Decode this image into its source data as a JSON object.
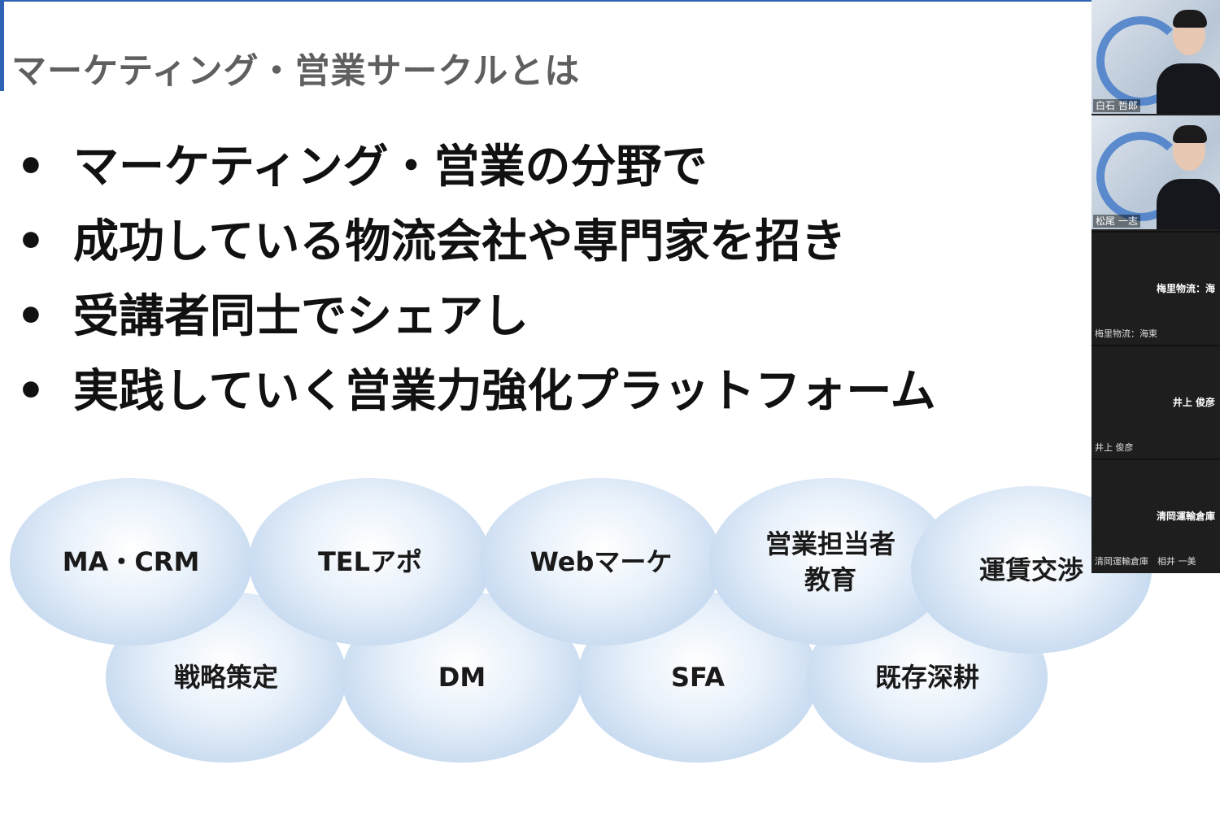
{
  "slide": {
    "title": "マーケティング・営業サークルとは",
    "bullet_marker": "•",
    "bullets": [
      "マーケティング・営業の分野で",
      "成功している物流会社や専門家を招き",
      "受講者同士でシェアし",
      "実践していく営業力強化プラットフォーム"
    ],
    "bubbles": [
      "MA・CRM",
      "TELアポ",
      "Webマーケ",
      "営業担当者\n教育",
      "運賃交渉",
      "戦略策定",
      "DM",
      "SFA",
      "既存深耕"
    ]
  },
  "participants": [
    {
      "type": "video",
      "name": "白石 哲郎"
    },
    {
      "type": "video",
      "name": "松尾 一志"
    },
    {
      "type": "text",
      "display_name": "梅里物流：海",
      "label": "梅里物流：海東"
    },
    {
      "type": "text",
      "display_name": "井上 俊彦",
      "label": "井上 俊彦"
    },
    {
      "type": "text",
      "display_name": "清岡運輸倉庫",
      "label": "清岡運輸倉庫　相井 一美"
    }
  ]
}
